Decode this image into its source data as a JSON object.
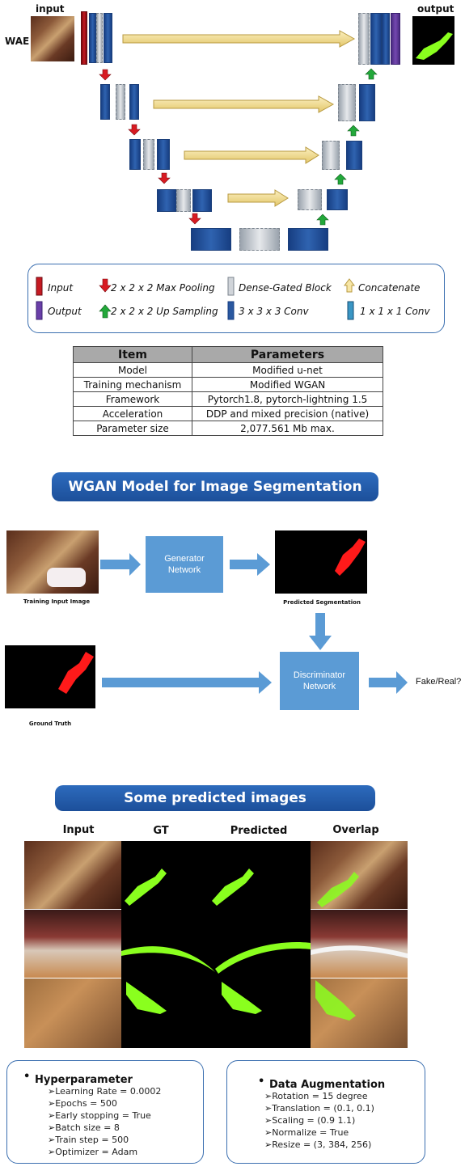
{
  "unet": {
    "input_label": "input",
    "output_label": "output",
    "side_label": "WAE"
  },
  "legend": {
    "input": "Input",
    "output": "Output",
    "max_pooling": "2 x 2 x 2 Max Pooling",
    "up_sampling": "2 x 2 x 2 Up Sampling",
    "dense_gated": "Dense-Gated Block",
    "conv3": "3 x 3 x 3 Conv",
    "concatenate": "Concatenate",
    "conv1": "1 x 1 x 1 Conv"
  },
  "table": {
    "headers": [
      "Item",
      "Parameters"
    ],
    "rows": [
      [
        "Model",
        "Modified u-net"
      ],
      [
        "Training mechanism",
        "Modified WGAN"
      ],
      [
        "Framework",
        "Pytorch1.8, pytorch-lightning 1.5"
      ],
      [
        "Acceleration",
        "DDP and mixed precision (native)"
      ],
      [
        "Parameter size",
        "2,077.561 Mb max."
      ]
    ]
  },
  "wgan": {
    "banner": "WGAN Model for Image Segmentation",
    "generator": "Generator Network",
    "discriminator": "Discriminator Network",
    "training_input_caption": "Training Input Image",
    "predicted_caption": "Predicted Segmentation",
    "ground_truth_caption": "Ground Truth",
    "output_label": "Fake/Real?"
  },
  "predicted": {
    "banner": "Some predicted images",
    "columns": [
      "Input",
      "GT",
      "Predicted",
      "Overlap"
    ]
  },
  "hyper": {
    "title": "Hyperparameter",
    "items": [
      "➢Learning Rate = 0.0002",
      "➢Epochs = 500",
      "➢Early stopping = True",
      "➢Batch size = 8",
      "➢Train step = 500",
      "➢Optimizer = Adam"
    ]
  },
  "augment": {
    "title": "Data Augmentation",
    "items": [
      "➢Rotation = 15 degree",
      "➢Translation = (0.1, 0.1)",
      "➢Scaling = (0.9 1.1)",
      "➢Normalize = True",
      "➢Resize = (3, 384, 256)"
    ]
  },
  "colors": {
    "encoder_blue": "#1f4e9a",
    "accent_green": "#8aff1e",
    "mask_red": "#ff1a1a",
    "banner_blue": "#2d6bbd",
    "net_box": "#5b9bd5"
  }
}
